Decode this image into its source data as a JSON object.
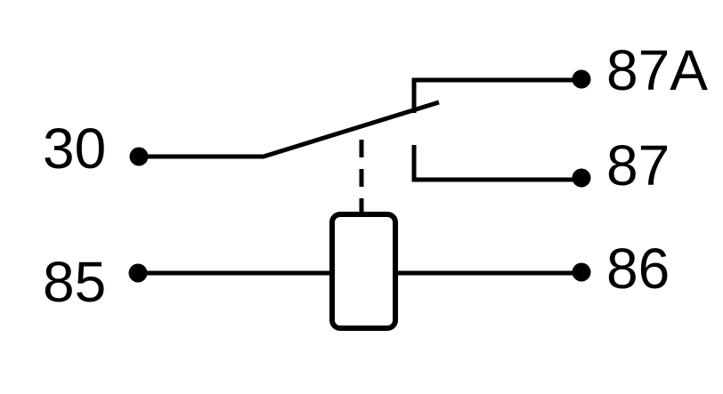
{
  "diagram": {
    "type": "automotive-relay-schematic",
    "terminals": [
      {
        "id": "30",
        "label": "30"
      },
      {
        "id": "87A",
        "label": "87A"
      },
      {
        "id": "87",
        "label": "87"
      },
      {
        "id": "85",
        "label": "85"
      },
      {
        "id": "86",
        "label": "86"
      }
    ],
    "colors": {
      "stroke": "#000000",
      "background": "#ffffff"
    }
  }
}
